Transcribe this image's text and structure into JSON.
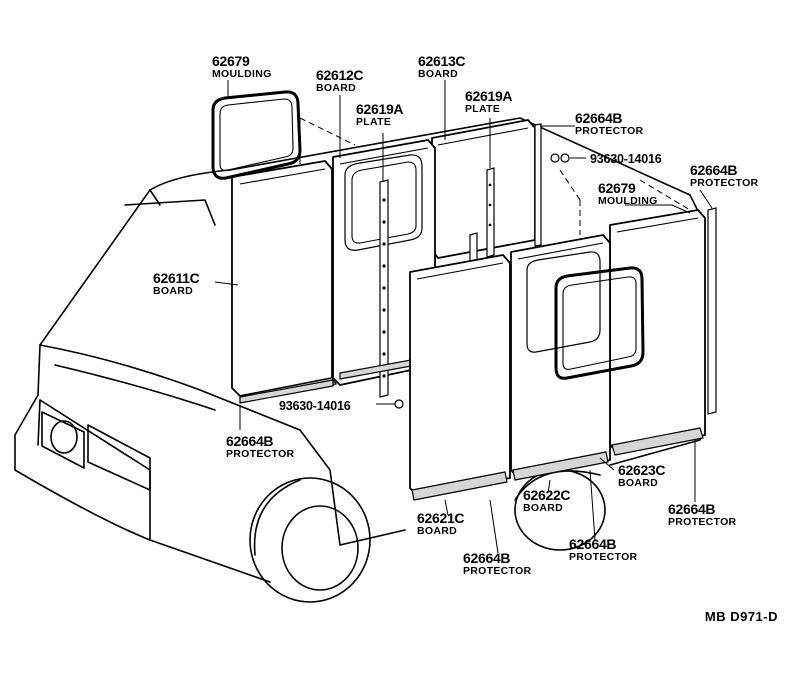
{
  "labels": {
    "moulding_top": {
      "number": "62679",
      "desc": "MOULDING"
    },
    "board_62612c": {
      "number": "62612C",
      "desc": "BOARD"
    },
    "board_62613c": {
      "number": "62613C",
      "desc": "BOARD"
    },
    "plate_left": {
      "number": "62619A",
      "desc": "PLATE"
    },
    "plate_right": {
      "number": "62619A",
      "desc": "PLATE"
    },
    "protector_top": {
      "number": "62664B",
      "desc": "PROTECTOR"
    },
    "bolt_top": {
      "number": "93630-14016"
    },
    "protector_right_top": {
      "number": "62664B",
      "desc": "PROTECTOR"
    },
    "moulding_right": {
      "number": "62679",
      "desc": "MOULDING"
    },
    "board_62611c": {
      "number": "62611C",
      "desc": "BOARD"
    },
    "bolt_bottom": {
      "number": "93630-14016"
    },
    "protector_left": {
      "number": "62664B",
      "desc": "PROTECTOR"
    },
    "board_62623c": {
      "number": "62623C",
      "desc": "BOARD"
    },
    "board_62622c": {
      "number": "62622C",
      "desc": "BOARD"
    },
    "protector_right_bottom": {
      "number": "62664B",
      "desc": "PROTECTOR"
    },
    "board_62621c": {
      "number": "62621C",
      "desc": "BOARD"
    },
    "protector_bottom_center": {
      "number": "62664B",
      "desc": "PROTECTOR"
    },
    "protector_bottom_right": {
      "number": "62664B",
      "desc": "PROTECTOR"
    }
  },
  "footer": {
    "code": "MB  D971-D"
  }
}
